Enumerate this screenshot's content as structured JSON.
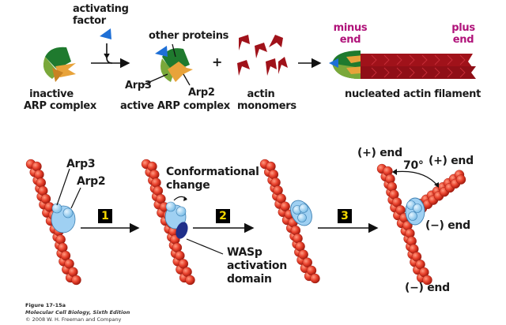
{
  "figure": {
    "top_panel": {
      "activating_factor_label": [
        "activating",
        "factor"
      ],
      "inactive_label": [
        "inactive",
        "ARP complex"
      ],
      "other_proteins_label": "other proteins",
      "arp3_label": "Arp3",
      "arp2_label": "Arp2",
      "active_label": "active ARP complex",
      "plus_sign": "+",
      "monomers_label": [
        "actin",
        "monomers"
      ],
      "minus_end_label": [
        "minus",
        "end"
      ],
      "plus_end_label": [
        "plus",
        "end"
      ],
      "filament_label": "nucleated actin filament"
    },
    "bottom_panel": {
      "arp3_label": "Arp3",
      "arp2_label": "Arp2",
      "steps": [
        "1",
        "2",
        "3"
      ],
      "conformational_label": [
        "Conformational",
        "change"
      ],
      "wasp_label": [
        "WASp",
        "activation",
        "domain"
      ],
      "plus_end_top": "(+) end",
      "angle_label": "70°",
      "plus_end_branch": "(+) end",
      "minus_end_branch": "(−) end",
      "minus_end_bottom": "(−) end"
    },
    "caption": {
      "figure_number": "Figure 17-15a",
      "book": "Molecular Cell Biology, Sixth Edition",
      "copyright": "© 2008 W. H. Freeman and Company"
    }
  },
  "colors": {
    "arp_dark_green": "#1f7a2e",
    "arp_light_green": "#7aa83a",
    "arp_orange": "#e8a33a",
    "activator_blue": "#1e6fd6",
    "actin_red": "#a0121a",
    "bead_red": "#e8412c",
    "arp_light_blue": "#a9d6f5",
    "wasp_navy": "#1f2f8a",
    "label_magenta": "#b0137a",
    "step_yellow": "#f5d800"
  }
}
